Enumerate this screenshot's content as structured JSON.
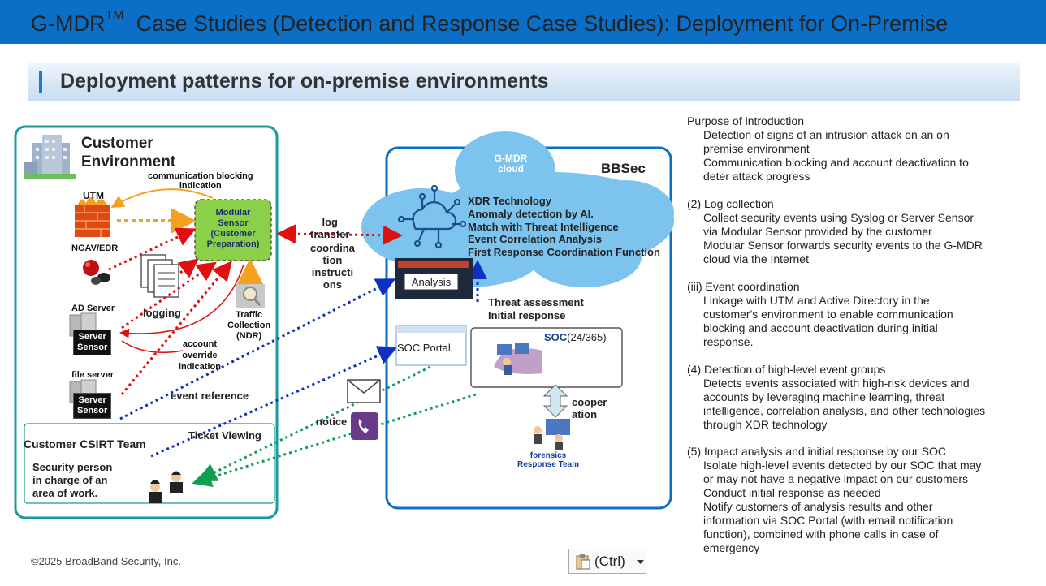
{
  "header": {
    "title_prefix": "G-MDR",
    "title_tm": "TM",
    "title_rest": "Case Studies (Detection and Response Case Studies): Deployment for On-Premise",
    "subtitle": "Deployment patterns for on-premise environments"
  },
  "customer": {
    "title_line1": "Customer",
    "title_line2": "Environment",
    "comm_block_line1": "communication blocking",
    "comm_block_line2": "indication",
    "utm": "UTM",
    "ngav": "NGAV/EDR",
    "modular_sensor": [
      "Modular",
      "Sensor",
      "(Customer",
      "Preparation)"
    ],
    "logging": "logging",
    "traffic": [
      "Traffic",
      "Collection",
      "(NDR)"
    ],
    "ad_server": "AD Server",
    "file_server": "file server",
    "server_sensor_line1": "Server",
    "server_sensor_line2": "Sensor",
    "account_override": [
      "account",
      "override",
      "indication"
    ],
    "event_reference": "event reference",
    "csirt_title": "Customer CSIRT Team",
    "ticket_viewing": "Ticket Viewing",
    "security_person": [
      "Security person",
      "in charge of an",
      "area of work."
    ]
  },
  "middle": {
    "log_transfer": [
      "log",
      "transfer"
    ],
    "coordination": [
      "coordina",
      "tion",
      "instructi",
      "ons"
    ],
    "notice": "notice"
  },
  "bbsec": {
    "title": "BBSec",
    "cloud_label": [
      "G-MDR",
      "cloud"
    ],
    "xdr_lines": [
      "XDR Technology",
      "Anomaly detection by AI.",
      "Match with Threat Intelligence",
      "Event Correlation Analysis",
      "First Response Coordination Function"
    ],
    "analysis": "Analysis",
    "threat_lines": [
      "Threat assessment",
      "Initial response"
    ],
    "soc_portal": "SOC Portal",
    "soc_label": "SOC",
    "soc_hours": "(24/365)",
    "cooperation": [
      "cooper",
      "ation"
    ],
    "forensics": "forensics",
    "response_team": "Response Team"
  },
  "right_panel": [
    {
      "head": "Purpose of introduction",
      "body": [
        "Detection of signs of an intrusion attack on an on-",
        "premise environment",
        "Communication blocking and account deactivation to",
        "deter attack progress"
      ]
    },
    {
      "head": "(2) Log collection",
      "body": [
        "Collect security events using Syslog or Server Sensor",
        "via Modular Sensor provided by the customer",
        "Modular Sensor forwards security events to the G-MDR",
        "cloud via the Internet"
      ]
    },
    {
      "head": "(iii) Event coordination",
      "body": [
        "Linkage with UTM and Active Directory in the",
        "customer's environment to enable communication",
        "blocking and account deactivation during initial",
        "response."
      ]
    },
    {
      "head": "(4) Detection of high-level event groups",
      "body": [
        "Detects events associated with high-risk devices and",
        "accounts by leveraging machine learning, threat",
        "intelligence, correlation analysis, and other technologies",
        "through XDR technology"
      ]
    },
    {
      "head": "(5) Impact analysis and initial response by our SOC",
      "body": [
        "Isolate high-level events detected by our SOC that may",
        "or may not have a negative impact on our customers",
        "Conduct initial response as needed",
        "Notify customers of analysis results and other",
        "information via SOC Portal (with email notification",
        "function), combined with phone calls in case of",
        "emergency"
      ]
    }
  ],
  "footer": {
    "copyright": "©2025 BroadBand Security, Inc.",
    "paste_label": "(Ctrl)"
  }
}
